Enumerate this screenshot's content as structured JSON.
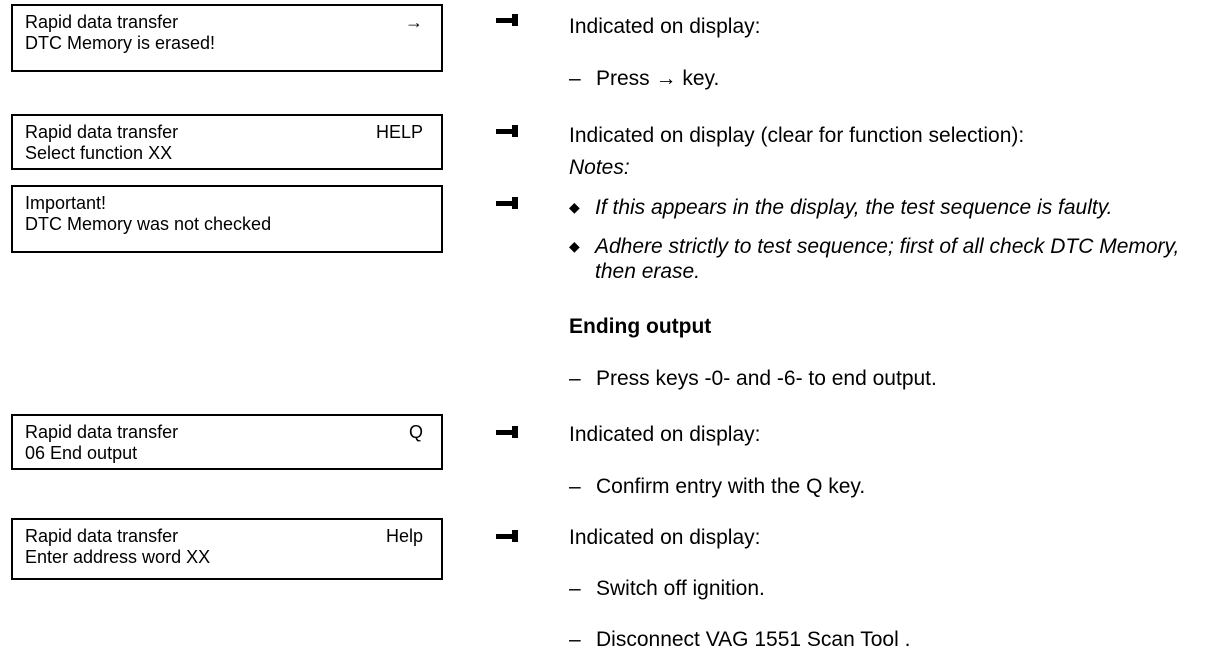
{
  "displays": [
    {
      "line1": "Rapid data transfer",
      "key": "→",
      "line2": "DTC Memory is erased!"
    },
    {
      "line1": "Rapid data transfer",
      "key": "HELP",
      "line2": "Select function XX"
    },
    {
      "line1": "Important!",
      "key": "",
      "line2": "DTC Memory was not checked"
    },
    {
      "line1": "Rapid data transfer",
      "key": "Q",
      "line2": "06 End output"
    },
    {
      "line1": "Rapid data transfer",
      "key": "Help",
      "line2": "Enter address word XX"
    }
  ],
  "text": {
    "ind1": "Indicated on display:",
    "step_press": "Press → key.",
    "ind2": "Indicated on display (clear for function selection):",
    "notes_label": "Notes:",
    "note1": "If this appears in the display, the test sequence is faulty.",
    "note2": "Adhere strictly to test sequence; first of all check DTC Memory, then erase.",
    "heading_end": "Ending output",
    "step_end": "Press keys -0- and -6- to end output.",
    "ind3": "Indicated on display:",
    "step_confirm": "Confirm entry with the Q key.",
    "ind4": "Indicated on display:",
    "step_ignition": "Switch off ignition.",
    "step_disconnect": "Disconnect VAG 1551 Scan Tool ."
  },
  "icons": {
    "pointer": "pointing-hand-icon",
    "bullet": "diamond-bullet-icon"
  }
}
